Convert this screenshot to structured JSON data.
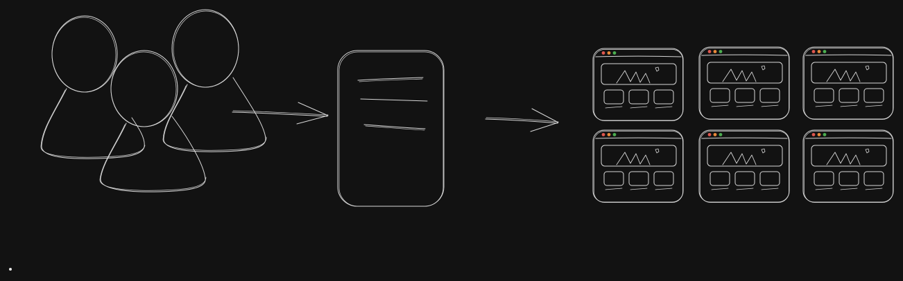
{
  "canvas": {
    "background_color": "#121212",
    "stroke_color": "#d8d8d8"
  },
  "diagram": {
    "nodes": [
      {
        "id": "users",
        "icon": "users-group-icon"
      },
      {
        "id": "document",
        "icon": "document-icon"
      },
      {
        "id": "app-screens",
        "icon": "app-screens-grid-icon",
        "count": 6
      }
    ],
    "edges": [
      {
        "from": "users",
        "to": "document"
      },
      {
        "from": "document",
        "to": "app-screens"
      }
    ],
    "window_dot_colors": [
      "#e0574f",
      "#e98a3a",
      "#4caf50"
    ]
  }
}
